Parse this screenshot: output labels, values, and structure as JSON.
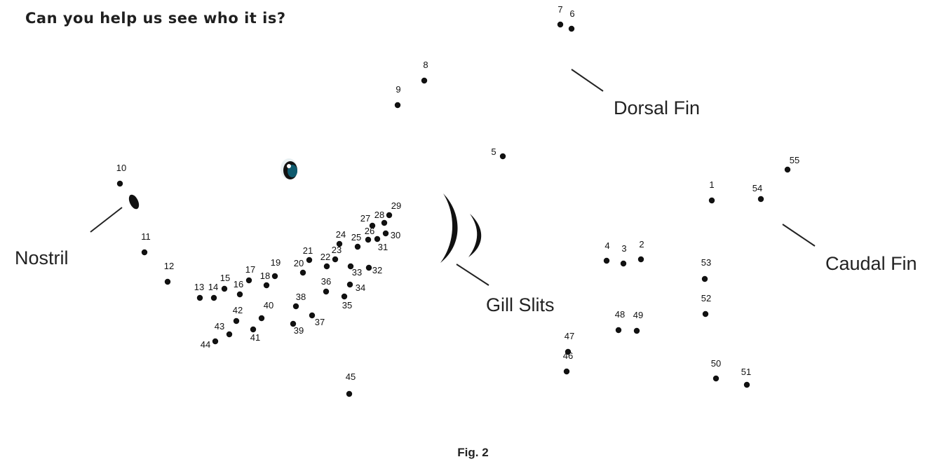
{
  "instructions": {
    "line1": "Can you help us see who it is?"
  },
  "labels": {
    "dorsal_fin": "Dorsal Fin",
    "caudal_fin": "Caudal Fin",
    "nostril": "Nostril",
    "gill_slits": "Gill Slits"
  },
  "caption": "Fig. 2",
  "dots": [
    {
      "n": 1
    },
    {
      "n": 2
    },
    {
      "n": 3
    },
    {
      "n": 4
    },
    {
      "n": 5
    },
    {
      "n": 6
    },
    {
      "n": 7
    },
    {
      "n": 8
    },
    {
      "n": 9
    },
    {
      "n": 10
    },
    {
      "n": 11
    },
    {
      "n": 12
    },
    {
      "n": 13
    },
    {
      "n": 14
    },
    {
      "n": 15
    },
    {
      "n": 16
    },
    {
      "n": 17
    },
    {
      "n": 18
    },
    {
      "n": 19
    },
    {
      "n": 20
    },
    {
      "n": 21
    },
    {
      "n": 22
    },
    {
      "n": 23
    },
    {
      "n": 24
    },
    {
      "n": 25
    },
    {
      "n": 26
    },
    {
      "n": 27
    },
    {
      "n": 28
    },
    {
      "n": 29
    },
    {
      "n": 30
    },
    {
      "n": 31
    },
    {
      "n": 32
    },
    {
      "n": 33
    },
    {
      "n": 34
    },
    {
      "n": 35
    },
    {
      "n": 36
    },
    {
      "n": 37
    },
    {
      "n": 38
    },
    {
      "n": 39
    },
    {
      "n": 40
    },
    {
      "n": 41
    },
    {
      "n": 42
    },
    {
      "n": 43
    },
    {
      "n": 44
    },
    {
      "n": 45
    },
    {
      "n": 46
    },
    {
      "n": 47
    },
    {
      "n": 48
    },
    {
      "n": 49
    },
    {
      "n": 50
    },
    {
      "n": 51
    },
    {
      "n": 52
    },
    {
      "n": 53
    },
    {
      "n": 54
    },
    {
      "n": 55
    }
  ],
  "colors": {
    "dot": "#111111",
    "eye_iris": "#0e5a6e",
    "text": "#222222"
  }
}
